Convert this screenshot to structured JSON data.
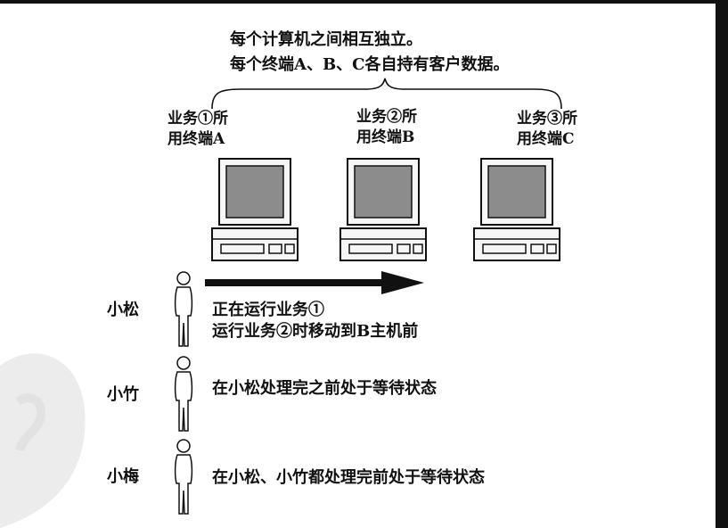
{
  "description": {
    "line1": "每个计算机之间相互独立。",
    "line2": "每个终端A、B、C各自持有客户数据。"
  },
  "terminals": [
    {
      "line1": "业务①所",
      "line2": "用终端A"
    },
    {
      "line1": "业务②所",
      "line2": "用终端B"
    },
    {
      "line1": "业务③所",
      "line2": "用终端C"
    }
  ],
  "people": [
    {
      "name": "小松",
      "actions": [
        "正在运行业务①",
        "运行业务②时移动到B主机前"
      ]
    },
    {
      "name": "小竹",
      "actions": [
        "在小松处理完之前处于等待状态"
      ]
    },
    {
      "name": "小梅",
      "actions": [
        "在小松、小竹都处理完前处于等待状态"
      ]
    }
  ],
  "colors": {
    "screen": "#8c8c8c",
    "line": "#111111",
    "frame": "#111111"
  }
}
